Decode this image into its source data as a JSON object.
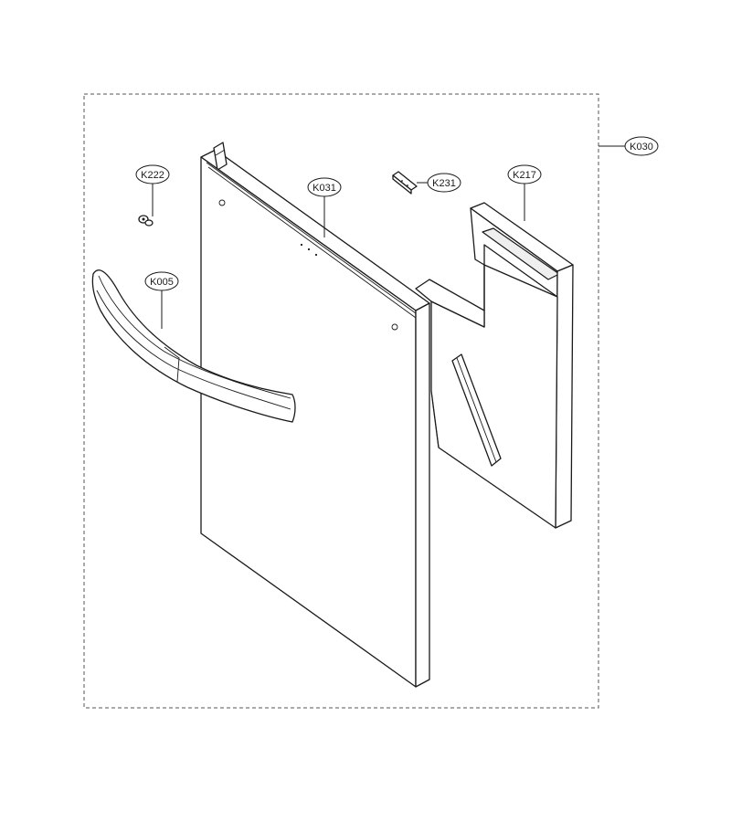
{
  "labels": {
    "assembly": "K030",
    "door_panel": "K031",
    "clip": "K222",
    "bracket": "K231",
    "liner": "K217",
    "handle": "K005"
  }
}
